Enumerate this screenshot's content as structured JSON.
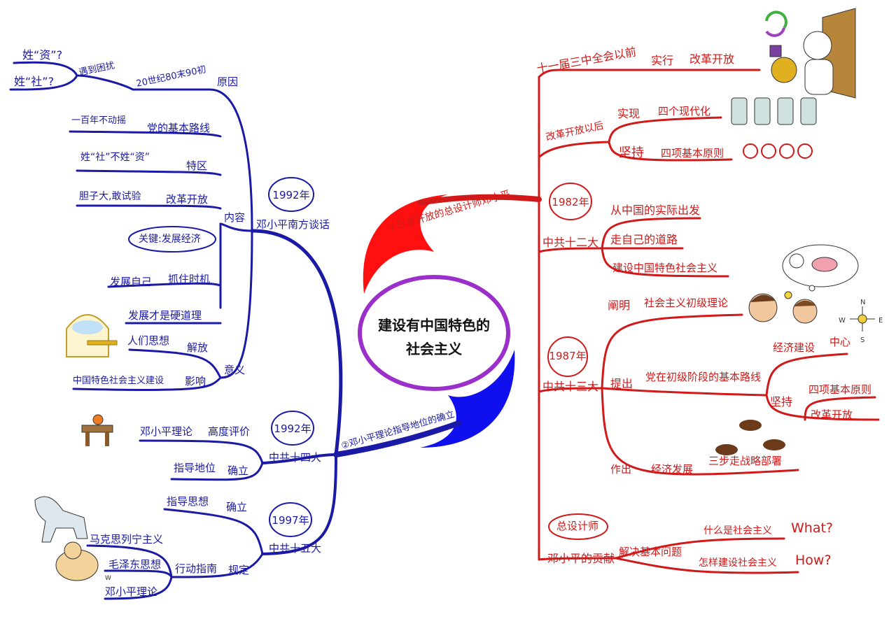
{
  "center": {
    "line1": "建设有中国特色的",
    "line2": "社会主义"
  },
  "branch1_title": "①改革开放的总设计师邓小平",
  "branch2_title": "②邓小平理论指导地位的确立",
  "left": {
    "speech": {
      "year": "1992年",
      "title": "邓小平南方谈话",
      "reason": {
        "label": "原因",
        "time": "20世纪80末90初",
        "problem": "遇到困扰",
        "q1": "姓“资”?",
        "q2": "姓“社”?"
      },
      "content": {
        "label": "内容",
        "items": [
          {
            "key": "党的基本路线",
            "detail": "一百年不动摇"
          },
          {
            "key": "特区",
            "detail": "姓“社”不姓“资”"
          },
          {
            "key": "改革开放",
            "detail": "胆子大,敢试验"
          },
          {
            "key": "抓住时机",
            "detail": "发展自己"
          }
        ],
        "callout": "关键:发展经济",
        "truth": "发展才是硬道理"
      },
      "significance": {
        "label": "意义",
        "items": [
          {
            "key": "解放",
            "detail": "人们思想"
          },
          {
            "key": "影响",
            "detail": "中国特色社会主义建设"
          }
        ]
      }
    },
    "congress14": {
      "year": "1992年",
      "title": "中共十四大",
      "items": [
        {
          "key": "高度评价",
          "detail": "邓小平理论"
        },
        {
          "key": "确立",
          "detail": "指导地位"
        }
      ]
    },
    "congress15": {
      "year": "1997年",
      "title": "中共十五大",
      "establish": {
        "key": "确立",
        "detail": "指导思想"
      },
      "regulate": {
        "key": "规定",
        "sub": "行动指南",
        "items": [
          "马克思列宁主义",
          "毛泽东思想",
          "邓小平理论"
        ]
      }
    }
  },
  "right": {
    "before": {
      "label": "十一届三中全会以前",
      "verb": "实行",
      "object": "改革开放"
    },
    "after": {
      "label": "改革开放以后",
      "realize": {
        "verb": "实现",
        "object": "四个现代化"
      },
      "insist": {
        "verb": "坚持",
        "object": "四项基本原则"
      }
    },
    "congress12": {
      "year": "1982年",
      "title": "中共十二大",
      "items": [
        "从中国的实际出发",
        "走自己的道路",
        "建设中国特色社会主义"
      ]
    },
    "congress13": {
      "year": "1987年",
      "title": "中共十三大",
      "elaborate": {
        "verb": "阐明",
        "object": "社会主义初级理论"
      },
      "propose": {
        "verb": "提出",
        "object": "党在初级阶段的基本路线",
        "center": {
          "key": "经济建设",
          "detail": "中心"
        },
        "insist": {
          "key": "坚持",
          "items": [
            "四项基本原则",
            "改革开放"
          ]
        }
      },
      "make": {
        "verb": "作出",
        "object": "经济发展",
        "detail": "三步走战略部署"
      }
    },
    "contribution": {
      "tag": "总设计师",
      "label": "邓小平的贡献",
      "solve": "解决基本问题",
      "q1": "什么是社会主义",
      "q1_en": "What?",
      "q2": "怎样建设社会主义",
      "q2_en": "How?"
    }
  },
  "compass": {
    "n": "N",
    "s": "S",
    "e": "E",
    "w": "W"
  },
  "colors": {
    "left": "#1a1aa6",
    "right": "#d21919",
    "center_ring": "#9b2fc9"
  }
}
